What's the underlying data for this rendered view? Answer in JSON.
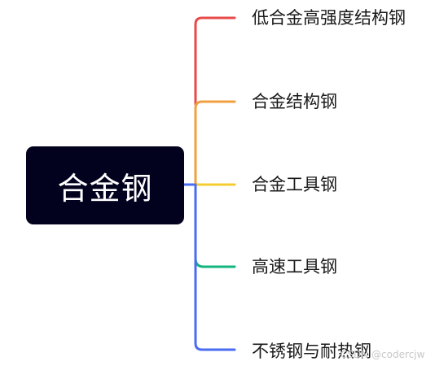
{
  "root": {
    "label": "合金钢",
    "background": "#02021e",
    "text_color": "#ffffff"
  },
  "branches": [
    {
      "label": "低合金高强度结构钢",
      "color": "#e84a4a"
    },
    {
      "label": "合金结构钢",
      "color": "#f0a040"
    },
    {
      "label": "合金工具钢",
      "color": "#f5cc30"
    },
    {
      "label": "高速工具钢",
      "color": "#13b47e"
    },
    {
      "label": "不锈钢与耐热钢",
      "color": "#4a6cf2"
    }
  ],
  "watermark": "CSDN @codercjw"
}
